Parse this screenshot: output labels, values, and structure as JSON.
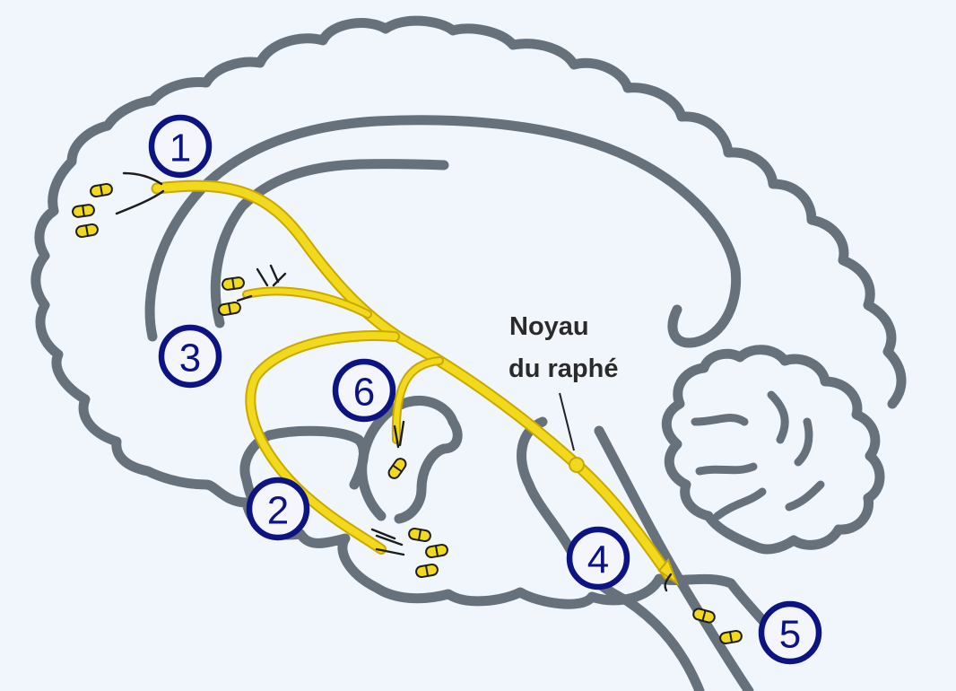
{
  "figure": {
    "label": {
      "line1": "Noyau",
      "line2": "du raphé"
    },
    "badges": [
      "1",
      "2",
      "3",
      "4",
      "5",
      "6"
    ],
    "colors": {
      "background": "#f1f6fd",
      "brain_outline": "#67717c",
      "pathway": "#f3d91b",
      "pathway_edge": "#c9a800",
      "badge": "#0c1383",
      "label": "#2a2a2a"
    }
  }
}
